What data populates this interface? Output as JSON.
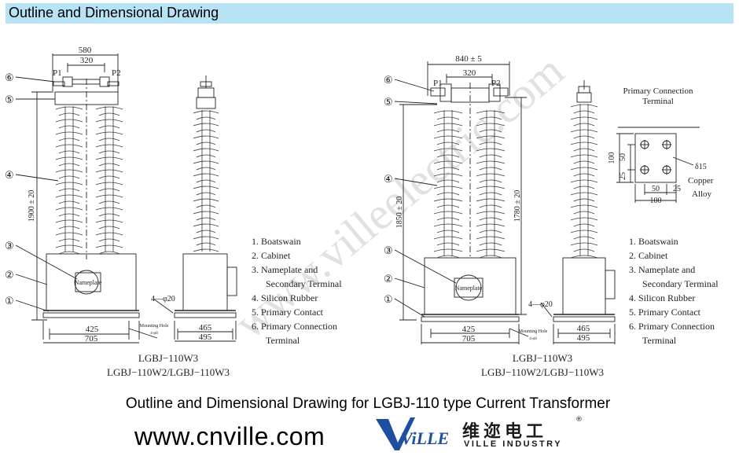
{
  "header": {
    "title": "Outline and Dimensional Drawing"
  },
  "caption": "Outline and Dimensional Drawing for LGBJ-110 type Current Transformer",
  "website": "www.cnville.com",
  "watermark": "www.villeelectric.com",
  "logo": {
    "cn": "维迩电工",
    "en": "VILLE INDUSTRY",
    "reg": "®",
    "mark": "ViLLE"
  },
  "colors": {
    "header_bg": "#b7e3f4",
    "logo_blue": "#1f4fa0",
    "watermark": "#c8c8c8"
  },
  "left": {
    "dims": {
      "top_outer": "580",
      "top_inner": "320",
      "height": "1900 ± 20",
      "base_inner": "425",
      "base_outer": "705",
      "side_inner": "465",
      "side_outer": "495",
      "hole": "4—φ20",
      "mount": "Mounting Hole",
      "mount_sub": "4-φ8"
    },
    "labels": {
      "p1": "P1",
      "p2": "P2",
      "nameplate": "Nameplate"
    },
    "callouts": [
      "⑥",
      "⑤",
      "④",
      "③",
      "②",
      "①"
    ],
    "legend": [
      "1. Boatswain",
      "2. Cabinet",
      "3. Nameplate and",
      "Secondary Terminal",
      "4. Silicon Rubber",
      "5. Primary Contact",
      "6. Primary Connection",
      "Terminal"
    ],
    "models": [
      "LGBJ−110W3",
      "LGBJ−110W2/LGBJ−110W3"
    ]
  },
  "right": {
    "dims": {
      "top_outer": "840 ± 5",
      "top_inner": "320",
      "height_outer": "1850 ± 20",
      "height_inner": "1780 ± 20",
      "base_inner": "425",
      "base_outer": "705",
      "side_inner": "465",
      "side_outer": "495",
      "hole": "4—φ20",
      "mount": "Mounting Hole",
      "mount_sub": "4-φ8"
    },
    "labels": {
      "p1": "P1",
      "p2": "P2",
      "nameplate": "Nameplate"
    },
    "callouts": [
      "⑥",
      "⑤",
      "④",
      "③",
      "②",
      "①"
    ],
    "detail": {
      "title1": "Primary Connection",
      "title2": "Terminal",
      "d100v": "100",
      "d50v": "50",
      "d25v": "25",
      "d50h": "50",
      "d25h": "25",
      "d100h": "100",
      "thickness": "δ15",
      "material1": "Copper",
      "material2": "Alloy"
    },
    "legend": [
      "1. Boatswain",
      "2. Cabinet",
      "3. Nameplate and",
      "Secondary Terminal",
      "4. Silicon Rubber",
      "5. Primary Contact",
      "6. Primary Connection",
      "Terminal"
    ],
    "models": [
      "LGBJ−110W3",
      "LGBJ−110W2/LGBJ−110W3"
    ]
  }
}
